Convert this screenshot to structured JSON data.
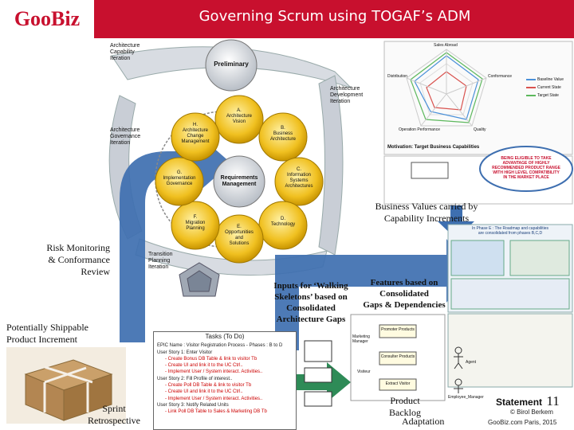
{
  "header": {
    "logo": "GooBiz",
    "title": "Governing Scrum using TOGAF’s ADM"
  },
  "adm": {
    "preliminary": "Preliminary",
    "a": [
      "A.",
      "Architecture",
      "Vision"
    ],
    "b": [
      "B.",
      "Business",
      "Architecture"
    ],
    "c": [
      "C.",
      "Information",
      "Systems",
      "Architectures"
    ],
    "d": [
      "D.",
      "Technology"
    ],
    "e": [
      "E.",
      "Opportunities",
      "and",
      "Solutions"
    ],
    "f": [
      "F.",
      "Migration",
      "Planning"
    ],
    "g": [
      "G.",
      "Implementation",
      "Governance"
    ],
    "h": [
      "H.",
      "Architecture",
      "Change",
      "Management"
    ],
    "center": [
      "Requirements",
      "Management"
    ]
  },
  "iterations": {
    "capability": [
      "Architecture",
      "Capability",
      "Iteration"
    ],
    "development": [
      "Architecture",
      "Development",
      "Iteration"
    ],
    "governance": [
      "Architecture",
      "Governance",
      "Iteration"
    ],
    "transition": [
      "Transition",
      "Planning",
      "Iteration"
    ]
  },
  "radar": {
    "axes": [
      "Sales Abroad",
      "Conformance",
      "Quality",
      "Operation Performance",
      "Distribution"
    ],
    "legend": [
      "Baseline Value",
      "Current State",
      "Target State"
    ],
    "caption": "Motivation: Target Business Capabilities"
  },
  "callout": [
    "BEING ELIGIBLE TO TAKE",
    "ADVANTAGE OF HIGHLY",
    "RECOMMENDED PRODUCT RANGE",
    "WITH HIGH LEVEL COMPATIBILITY",
    "IN THE MARKET PLACE"
  ],
  "labels": {
    "business_values": [
      "Business  Values carried by",
      "Capability Increments"
    ],
    "risk": [
      "Risk Monitoring",
      "& Conformance",
      "Review"
    ],
    "inputs": [
      "Inputs for ‘Walking",
      "Skeletons’ based on",
      "Consolidated",
      "Architecture Gaps"
    ],
    "features": [
      "Features based on",
      "Consolidated",
      "Gaps & Dependencies"
    ],
    "shippable": [
      "Potentially Shippable",
      "Product Increment"
    ],
    "sprint": [
      "Sprint",
      "Retrospective"
    ],
    "backlog": [
      "Product",
      "Backlog"
    ],
    "adaptation": "Adaptation",
    "roadmap": [
      "In Phase E : The Roadmap and capabilities",
      "are consolidated from phases B,C,D"
    ]
  },
  "tasks": {
    "heading": "Tasks (To Do)",
    "lines": [
      {
        "text": "EPIC Name : Visitor Registration Process - Phases : B to D",
        "kind": "st"
      },
      {
        "text": "User Story 1: Enter Visitor",
        "kind": "st"
      },
      {
        "text": "-   Create Bonus DB Table & link to visitor Tb",
        "kind": "sub"
      },
      {
        "text": "-   Create UI and link it to the UC Ctrl..",
        "kind": "sub"
      },
      {
        "text": "-   Implement User / System interact. Activities..",
        "kind": "sub"
      },
      {
        "text": "User Story 2: Fill Profile of interest..",
        "kind": "st"
      },
      {
        "text": "-   Create Poll DB Table & link to visitor Tb",
        "kind": "sub"
      },
      {
        "text": "-   Create UI and link it to the UC Ctrl..",
        "kind": "sub"
      },
      {
        "text": "-   Implement User / System interact. Activities..",
        "kind": "sub"
      },
      {
        "text": "User Story 3: Notify Related Units",
        "kind": "st"
      },
      {
        "text": "-   Link Poll DB Table to Sales & Marketing DB Tb",
        "kind": "sub"
      }
    ]
  },
  "uml": {
    "boxes": [
      "Promoter Products",
      "Marketing Manager",
      "Consulter Products",
      "Visiteur",
      "Extract Visitor"
    ],
    "actors": [
      "Agent",
      "Employee_Manager"
    ]
  },
  "footer": {
    "statement": "Statement",
    "number": "11",
    "copyright": "© Birol Berkem",
    "site": "GooBiz.com  Paris, 2015"
  }
}
